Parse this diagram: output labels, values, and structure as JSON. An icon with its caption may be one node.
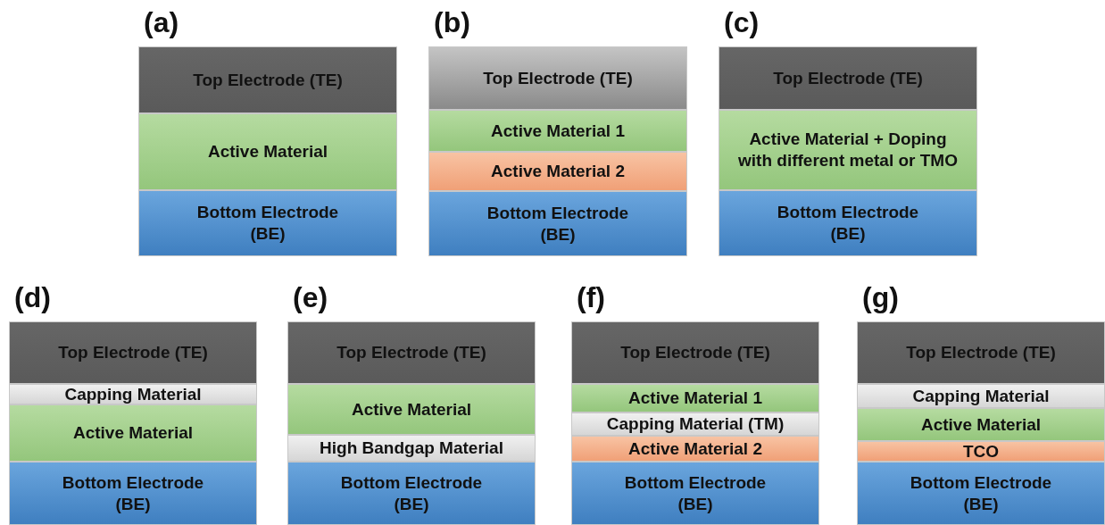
{
  "diagram": {
    "nodes": [
      {
        "text": [
          "(a)"
        ]
      },
      {
        "text": [
          "Top Electrode (TE)"
        ],
        "in": 0
      },
      {
        "text": [
          "Active Material"
        ],
        "in": 0
      },
      {
        "text": [
          "Bottom Electrode (BE)"
        ],
        "in": 0
      },
      {
        "text": [
          "(b)"
        ]
      },
      {
        "text": [
          "Top Electrode (TE)"
        ],
        "in": 4
      },
      {
        "text": [
          "Active Material 1"
        ],
        "in": 4
      },
      {
        "text": [
          "Active Material 2"
        ],
        "in": 4
      },
      {
        "text": [
          "Bottom Electrode (BE)"
        ],
        "in": 4
      },
      {
        "text": [
          "(c)"
        ]
      },
      {
        "text": [
          "Top Electrode (TE)"
        ],
        "in": 9
      },
      {
        "text": [
          "Active Material + Doping with different metal or TMO"
        ],
        "in": 9
      },
      {
        "text": [
          "Bottom Electrode (BE)"
        ],
        "in": 9
      },
      {
        "text": [
          "(d)"
        ]
      },
      {
        "text": [
          "Top Electrode (TE)"
        ],
        "in": 13
      },
      {
        "text": [
          "Capping Material"
        ],
        "in": 13
      },
      {
        "text": [
          "Active Material"
        ],
        "in": 13
      },
      {
        "text": [
          "Bottom Electrode (BE)"
        ],
        "in": 13
      },
      {
        "text": [
          "(e)"
        ]
      },
      {
        "text": [
          "Top Electrode (TE)"
        ],
        "in": 18
      },
      {
        "text": [
          "Active Material"
        ],
        "in": 18
      },
      {
        "text": [
          "High Bandgap Material"
        ],
        "in": 18
      },
      {
        "text": [
          "Bottom Electrode (BE)"
        ],
        "in": 18
      },
      {
        "text": [
          "(f)"
        ]
      },
      {
        "text": [
          "Top Electrode (TE)"
        ],
        "in": 23
      },
      {
        "text": [
          "Active Material 1"
        ],
        "in": 23
      },
      {
        "text": [
          "Capping Material (TM)"
        ],
        "in": 23
      },
      {
        "text": [
          "Active Material 2"
        ],
        "in": 23
      },
      {
        "text": [
          "Bottom Electrode (BE)"
        ],
        "in": 23
      },
      {
        "text": [
          "(g)"
        ]
      },
      {
        "text": [
          "Top Electrode (TE)"
        ],
        "in": 29
      },
      {
        "text": [
          "Capping Material"
        ],
        "in": 29
      },
      {
        "text": [
          "Active Material"
        ],
        "in": 29
      },
      {
        "text": [
          "TCO"
        ],
        "in": 29
      },
      {
        "text": [
          "Bottom Electrode (BE)"
        ],
        "in": 29
      }
    ]
  }
}
